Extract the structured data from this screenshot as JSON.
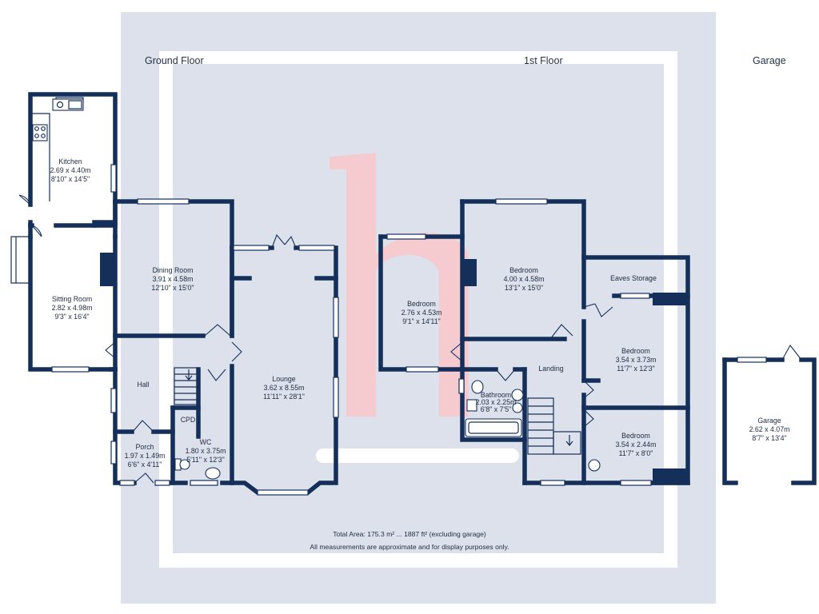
{
  "floors": {
    "ground": "Ground Floor",
    "first": "1st Floor",
    "garage": "Garage"
  },
  "rooms": {
    "kitchen": {
      "name": "Kitchen",
      "metric": "2.69 x 4.40m",
      "imperial": "8'10\" x 14'5\""
    },
    "sitting": {
      "name": "Sitting Room",
      "metric": "2.82 x 4.98m",
      "imperial": "9'3\" x 16'4\""
    },
    "dining": {
      "name": "Dining Room",
      "metric": "3.91 x 4.58m",
      "imperial": "12'10\" x 15'0\""
    },
    "hall": {
      "name": "Hall"
    },
    "cpd": {
      "name": "CPD"
    },
    "wc": {
      "name": "WC",
      "metric": "1.80 x 3.75m",
      "imperial": "5'11\" x 12'3\""
    },
    "porch": {
      "name": "Porch",
      "metric": "1.97 x 1.49m",
      "imperial": "6'6\" x 4'11\""
    },
    "lounge": {
      "name": "Lounge",
      "metric": "3.62 x 8.55m",
      "imperial": "11'11\" x 28'1\""
    },
    "bedroom_small": {
      "name": "Bedroom",
      "metric": "2.76 x 4.53m",
      "imperial": "9'1\" x 14'11\""
    },
    "bedroom_main": {
      "name": "Bedroom",
      "metric": "4.00 x 4.58m",
      "imperial": "13'1\" x 15'0\""
    },
    "eaves": {
      "name": "Eaves Storage"
    },
    "bedroom_east": {
      "name": "Bedroom",
      "metric": "3.54 x 3.73m",
      "imperial": "11'7\" x 12'3\""
    },
    "landing": {
      "name": "Landing"
    },
    "bathroom": {
      "name": "Bathroom",
      "metric": "2.03 x 2.25m",
      "imperial": "6'8\" x 7'5\""
    },
    "bedroom_se": {
      "name": "Bedroom",
      "metric": "3.54 x 2.44m",
      "imperial": "11'7\" x 8'0\""
    },
    "garage": {
      "name": "Garage",
      "metric": "2.62 x 4.07m",
      "imperial": "8'7\" x 13'4\""
    }
  },
  "footer": {
    "total_area": "Total Area: 175.3 m² ... 1887 ft² (excluding garage)",
    "disclaimer": "All measurements are approximate and for display purposes only."
  },
  "colors": {
    "wall": "#14305a",
    "watermark_panel": "#dde1ec",
    "watermark_logo": "#f7c9cd",
    "text": "#1f2b40"
  },
  "watermark_icon": "letter-h-logo-icon"
}
